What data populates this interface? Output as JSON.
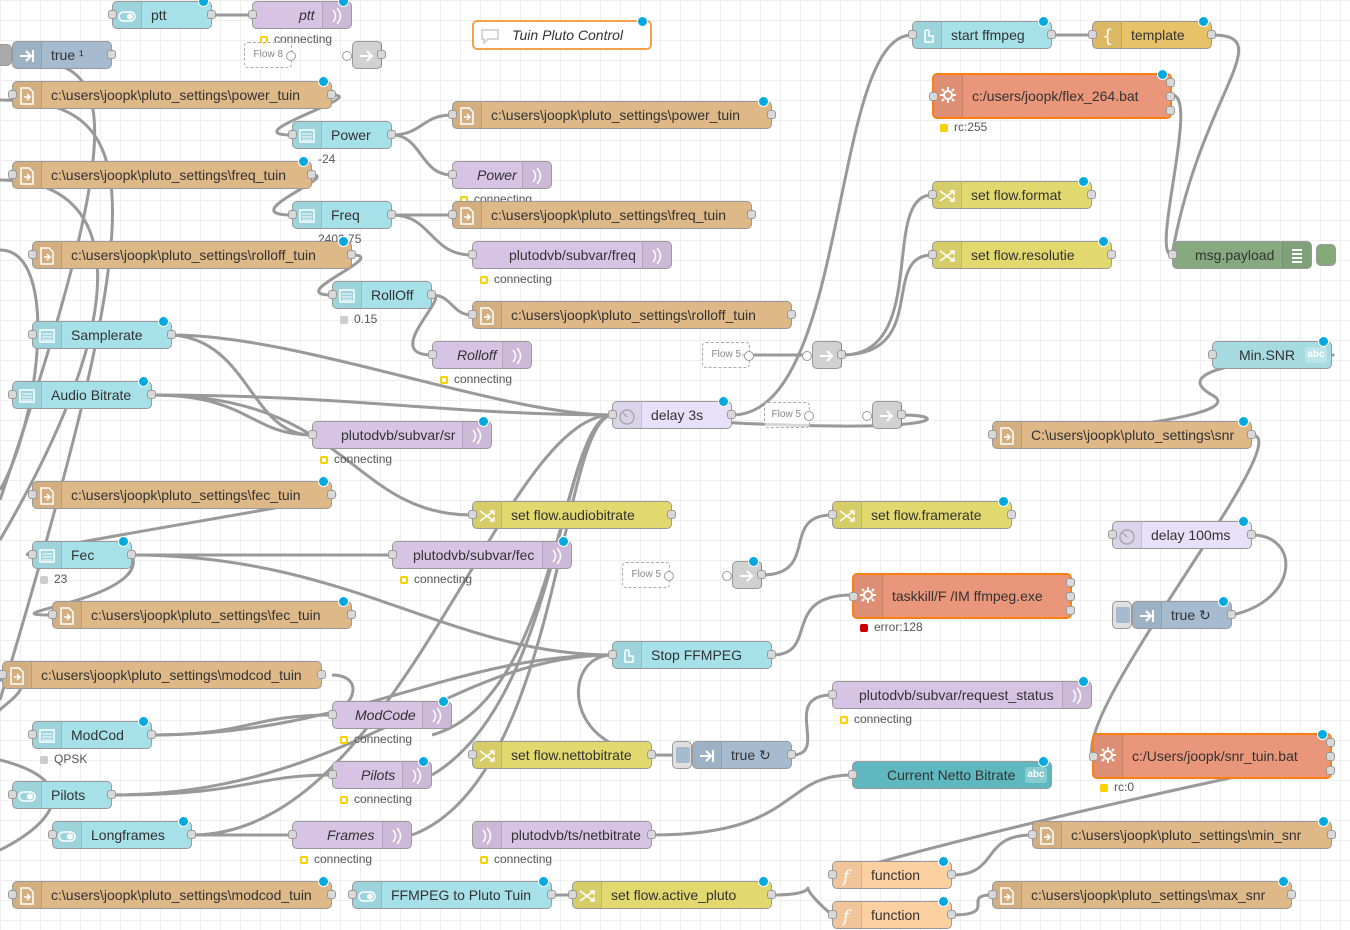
{
  "canvas": {
    "grid": true,
    "background": "#ffffff",
    "wire_color": "#999999",
    "selection_color": "#ff7f0e"
  },
  "colors": {
    "dashboard_ui": "#a6dbe2",
    "dashboard_widget": "#a6e0e8",
    "file_out": "#deb887",
    "websocket": "#d7c3e3",
    "change": "#e2d96e",
    "delay": "#e6e0f8",
    "exec": "#e9967a",
    "inject": "#a6bbcf",
    "link": "#dddddd",
    "template": "#e8c268",
    "function": "#fdd0a2",
    "debug": "#87a980",
    "status_connecting": "#f8d100",
    "status_error": "#cc0000"
  },
  "nodes": {
    "ptt_switch": {
      "label": "ptt",
      "type": "ui-switch",
      "icon": "toggle-icon"
    },
    "ptt_ws": {
      "label": "ptt",
      "type": "websocket-out",
      "icon": "websocket-icon"
    },
    "true_inject_top": {
      "label": "true ¹",
      "type": "inject",
      "icon": "inject-arrow-icon"
    },
    "file_power_tuin_1": {
      "label": "c:\\users\\joopk\\pluto_settings\\power_tuin",
      "type": "file-in"
    },
    "power_dropdown": {
      "label": "Power",
      "type": "ui-dropdown",
      "icon": "list-icon"
    },
    "file_power_tuin_2": {
      "label": "c:\\users\\joopk\\pluto_settings\\power_tuin",
      "type": "file-out"
    },
    "power_ws": {
      "label": "Power",
      "type": "websocket-out"
    },
    "file_freq_tuin_1": {
      "label": "c:\\users\\joopk\\pluto_settings\\freq_tuin",
      "type": "file-in"
    },
    "freq_dropdown": {
      "label": "Freq",
      "type": "ui-dropdown"
    },
    "file_freq_tuin_2": {
      "label": "c:\\users\\joopk\\pluto_settings\\freq_tuin",
      "type": "file-out"
    },
    "plutodvb_freq": {
      "label": "plutodvb/subvar/freq",
      "type": "websocket-out"
    },
    "file_rolloff_1": {
      "label": "c:\\users\\joopk\\pluto_settings\\rolloff_tuin",
      "type": "file-in"
    },
    "rolloff_dropdown": {
      "label": "RollOff",
      "type": "ui-dropdown"
    },
    "file_rolloff_2": {
      "label": "c:\\users\\joopk\\pluto_settings\\rolloff_tuin",
      "type": "file-out"
    },
    "rolloff_ws": {
      "label": "Rolloff",
      "type": "websocket-out"
    },
    "samplerate": {
      "label": "Samplerate",
      "type": "ui-dropdown"
    },
    "audio_bitrate": {
      "label": "Audio Bitrate",
      "type": "ui-dropdown"
    },
    "plutodvb_sr": {
      "label": "plutodvb/subvar/sr",
      "type": "websocket-out"
    },
    "file_fec_1": {
      "label": "c:\\users\\joopk\\pluto_settings\\fec_tuin",
      "type": "file-in"
    },
    "fec_dropdown": {
      "label": "Fec",
      "type": "ui-dropdown"
    },
    "plutodvb_fec": {
      "label": "plutodvb/subvar/fec",
      "type": "websocket-out"
    },
    "file_fec_2": {
      "label": "c:\\users\\joopk\\pluto_settings\\fec_tuin",
      "type": "file-out"
    },
    "file_modcod_1": {
      "label": "c:\\users\\joopk\\pluto_settings\\modcod_tuin",
      "type": "file-in"
    },
    "modcod_ws": {
      "label": "ModCode",
      "type": "websocket-out"
    },
    "modcod_dropdown": {
      "label": "ModCod",
      "type": "ui-dropdown"
    },
    "pilots_switch": {
      "label": "Pilots",
      "type": "ui-switch"
    },
    "pilots_ws": {
      "label": "Pilots",
      "type": "websocket-out"
    },
    "longframes_switch": {
      "label": "Longframes",
      "type": "ui-switch"
    },
    "frames_ws": {
      "label": "Frames",
      "type": "websocket-out"
    },
    "file_modcod_2": {
      "label": "c:\\users\\joopk\\pluto_settings\\modcod_tuin",
      "type": "file-out"
    },
    "comment_tuin": {
      "label": "Tuin Pluto Control",
      "type": "comment"
    },
    "delay_3s": {
      "label": "delay 3s",
      "type": "delay"
    },
    "set_audiobitrate": {
      "label": "set flow.audiobitrate",
      "type": "change"
    },
    "stop_ffmpeg": {
      "label": "Stop FFMPEG",
      "type": "ui-button"
    },
    "set_nettobitrate": {
      "label": "set flow.nettobitrate",
      "type": "change"
    },
    "true_inject_mid": {
      "label": "true ↻",
      "type": "inject"
    },
    "plutodvb_netbitrate": {
      "label": "plutodvb/ts/netbitrate",
      "type": "websocket-in"
    },
    "ffmpeg_switch": {
      "label": "FFMPEG to Pluto Tuin",
      "type": "ui-switch"
    },
    "set_active_pluto": {
      "label": "set flow.active_pluto",
      "type": "change"
    },
    "start_ffmpeg": {
      "label": "start ffmpeg",
      "type": "ui-button"
    },
    "template": {
      "label": "template",
      "type": "template"
    },
    "exec_flex": {
      "label": "c:/users/joopk/flex_264.bat",
      "type": "exec"
    },
    "set_format": {
      "label": "set flow.format",
      "type": "change"
    },
    "set_resolutie": {
      "label": "set flow.resolutie",
      "type": "change"
    },
    "debug_payload": {
      "label": "msg.payload",
      "type": "debug"
    },
    "min_snr": {
      "label": "Min.SNR",
      "type": "ui-text",
      "badge": "abc"
    },
    "file_snr": {
      "label": "C:\\users\\joopk\\pluto_settings\\snr",
      "type": "file-in"
    },
    "set_framerate": {
      "label": "set flow.framerate",
      "type": "change"
    },
    "delay_100ms": {
      "label": "delay 100ms",
      "type": "delay"
    },
    "taskkill": {
      "label": "taskkill/F /IM ffmpeg.exe",
      "type": "exec"
    },
    "true_inject_right": {
      "label": "true ↻",
      "type": "inject"
    },
    "request_status": {
      "label": "plutodvb/subvar/request_status",
      "type": "websocket-out"
    },
    "exec_snr": {
      "label": "c:/Users/joopk/snr_tuin.bat",
      "type": "exec"
    },
    "netto_bitrate_text": {
      "label": "Current Netto Bitrate",
      "type": "ui-text",
      "badge": "abc"
    },
    "function_1": {
      "label": "function",
      "type": "function"
    },
    "file_min_snr": {
      "label": "c:\\users\\joopk\\pluto_settings\\min_snr",
      "type": "file-out"
    },
    "function_2": {
      "label": "function",
      "type": "function"
    },
    "file_max_snr": {
      "label": "c:\\users\\joopk\\pluto_settings\\max_snr",
      "type": "file-out"
    }
  },
  "status": {
    "ptt_ws": "connecting",
    "power_value": "-24",
    "power_ws": "connecting",
    "freq_value": "2403.75",
    "plutodvb_freq": "connecting",
    "rolloff_value": "0.15",
    "rolloff_ws": "connecting",
    "plutodvb_sr": "connecting",
    "fec_value": "23",
    "plutodvb_fec": "connecting",
    "modcod_ws": "connecting",
    "modcod_value": "QPSK",
    "pilots_ws": "connecting",
    "frames_ws": "connecting",
    "netbitrate_ws": "connecting",
    "exec_flex_rc": "rc:255",
    "taskkill_error": "error:128",
    "request_status_ws": "connecting",
    "exec_snr_rc": "rc:0"
  },
  "links": {
    "flow8": "Flow 8",
    "flow5_a": "Flow 5",
    "flow5_b": "Flow 5",
    "flow5_c": "Flow 5"
  }
}
